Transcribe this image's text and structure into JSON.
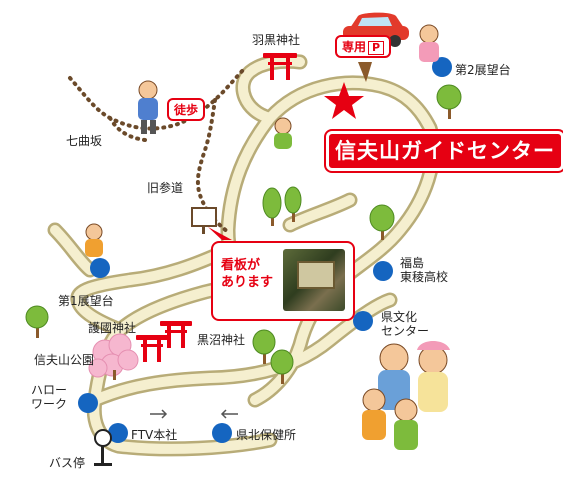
{
  "map": {
    "title": "信夫山ガイドセンター",
    "parking_label": "専用",
    "parking_symbol": "P",
    "walking_tag": "徒歩",
    "signboard_text": "看板が\nあります",
    "colors": {
      "road_fill": "#f5efcf",
      "road_edge": "#b8ac78",
      "trail": "#6b4a2a",
      "accent_red": "#e60012",
      "poi_blue": "#1565c0",
      "tree_green": "#7dbb3c"
    }
  },
  "places": {
    "haguro_shrine": "羽黒神社",
    "observatory_2": "第2展望台",
    "nanamagari_zaka": "七曲坂",
    "old_approach": "旧参道",
    "fukushima_touryou": "福島\n東稜高校",
    "observatory_1": "第1展望台",
    "prefectural_culture": "県文化\nセンター",
    "gokoku_shrine": "護國神社",
    "kuronuma_shrine": "黒沼神社",
    "shinobuyama_park": "信夫山公園",
    "hello_work": "ハロー\nワーク",
    "ftv": "FTV本社",
    "health_center": "県北保健所",
    "bus_stop": "バス停"
  }
}
